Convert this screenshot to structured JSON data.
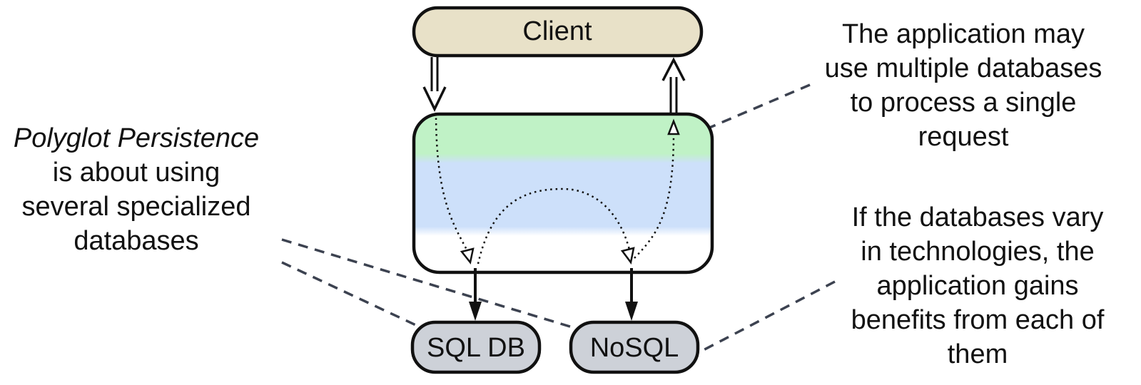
{
  "nodes": {
    "client": {
      "label": "Client",
      "fill": "#e8e1c8"
    },
    "app": {
      "label": ""
    },
    "sql": {
      "label": "SQL DB",
      "fill": "#cdd1d8"
    },
    "nosql": {
      "label": "NoSQL",
      "fill": "#cdd1d8"
    }
  },
  "notes": {
    "left": {
      "emphasis": "Polyglot Persistence",
      "lines": [
        "is about using",
        "several specialized",
        "databases"
      ]
    },
    "top_right": {
      "lines": [
        "The application may",
        "use multiple databases",
        "to process a single",
        "request"
      ]
    },
    "bottom_right": {
      "lines": [
        "If the databases vary",
        "in technologies, the",
        "application gains",
        "benefits from each of",
        "them"
      ]
    }
  },
  "colors": {
    "outline": "#111111",
    "layer_top": "#c0f2c6",
    "layer_middle": "#cde0fa",
    "layer_bottom": "#ffffff",
    "leader_line": "#3c4250"
  }
}
